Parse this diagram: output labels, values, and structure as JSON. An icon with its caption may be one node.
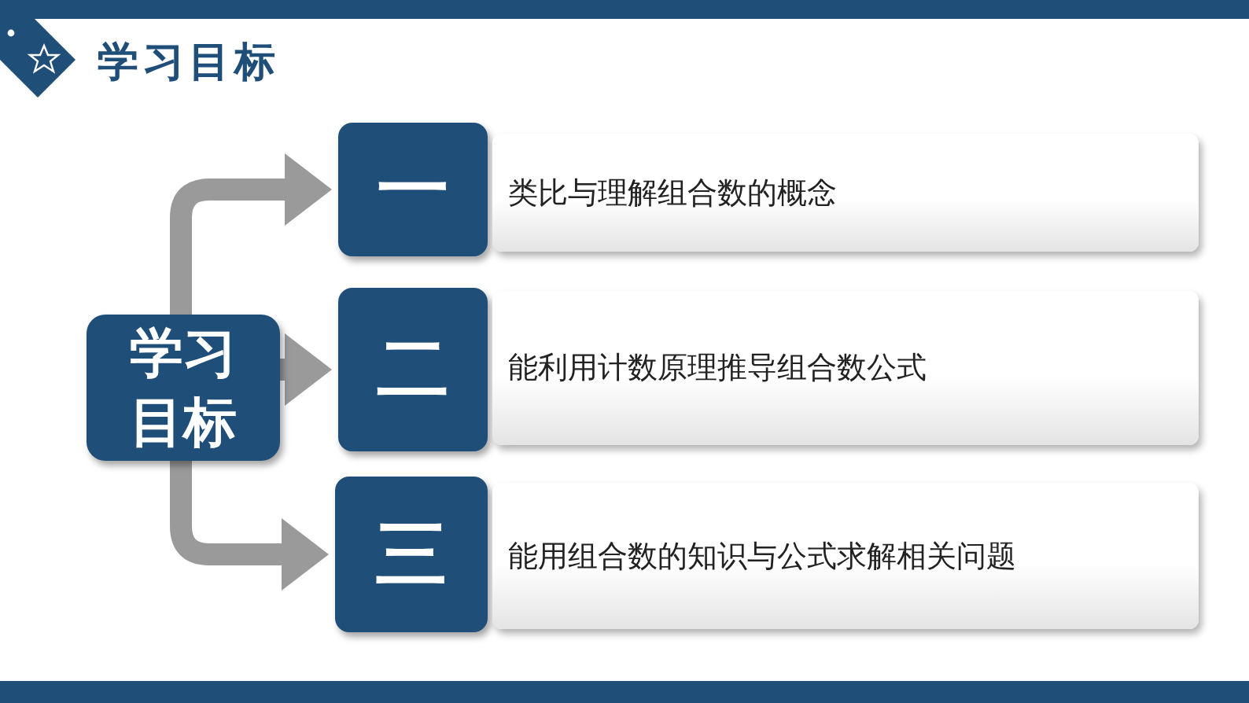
{
  "diagram": {
    "title": "学习目标",
    "nodes": [
      {
        "text": [
          "学习目标"
        ]
      },
      {
        "text": [
          "一"
        ]
      },
      {
        "text": [
          "类比与理解组合数的概念"
        ]
      },
      {
        "text": [
          "二"
        ]
      },
      {
        "text": [
          "能利用计数原理推导组合数公式"
        ]
      },
      {
        "text": [
          "三"
        ]
      },
      {
        "text": [
          "能用组合数的知识与公式求解相关问题"
        ]
      }
    ],
    "edges": [
      {
        "from": 0,
        "to": 1,
        "arrow": "to"
      },
      {
        "from": 0,
        "to": 3,
        "arrow": "to"
      },
      {
        "from": 0,
        "to": 5,
        "arrow": "to"
      }
    ]
  }
}
